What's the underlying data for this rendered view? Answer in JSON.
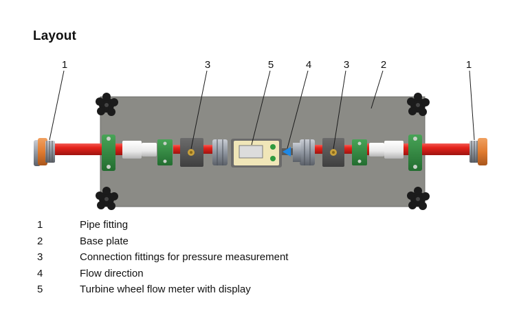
{
  "title": "Layout",
  "callouts": [
    {
      "id": "callout-1-left",
      "label": "1"
    },
    {
      "id": "callout-3-left",
      "label": "3"
    },
    {
      "id": "callout-5",
      "label": "5"
    },
    {
      "id": "callout-4",
      "label": "4"
    },
    {
      "id": "callout-3-right",
      "label": "3"
    },
    {
      "id": "callout-2",
      "label": "2"
    },
    {
      "id": "callout-1-right",
      "label": "1"
    }
  ],
  "legend": [
    {
      "number": "1",
      "text": "Pipe fitting"
    },
    {
      "number": "2",
      "text": "Base plate"
    },
    {
      "number": "3",
      "text": "Connection fittings for pressure measurement"
    },
    {
      "number": "4",
      "text": "Flow direction"
    },
    {
      "number": "5",
      "text": "Turbine wheel flow meter with display"
    }
  ],
  "colors": {
    "pipe": "#e5231b",
    "base_plate": "#8b8b86",
    "bracket": "#2f8a3e",
    "fitting_ring": "#e07b30",
    "display_housing": "#f0e6b8",
    "flow_arrow": "#1e88e5"
  }
}
